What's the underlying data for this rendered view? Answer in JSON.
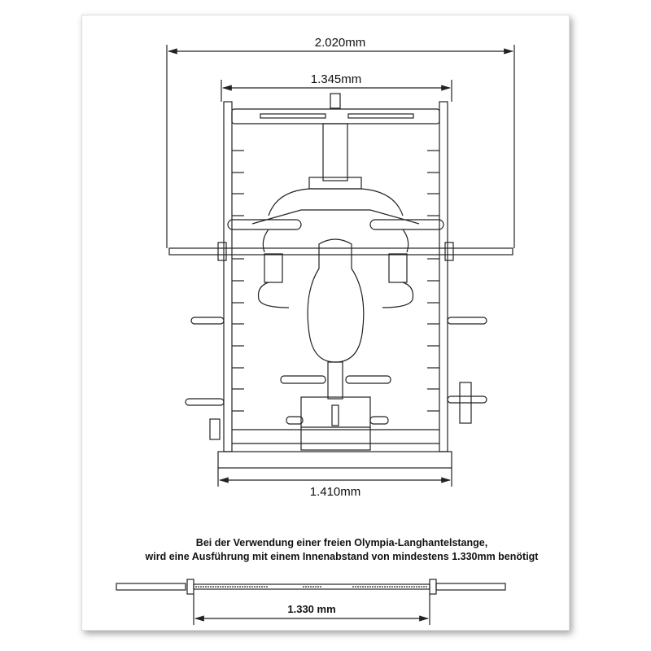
{
  "dimensions": {
    "overall_width": "2.020mm",
    "inner_width": "1.345mm",
    "base_width": "1.410mm",
    "bar_inner_distance": "1.330 mm"
  },
  "note": {
    "line1": "Bei der Verwendung einer freien Olympia-Langhantelstange,",
    "line2": "wird eine Ausführung mit einem Innenabstand von mindestens 1.330mm benötigt"
  }
}
